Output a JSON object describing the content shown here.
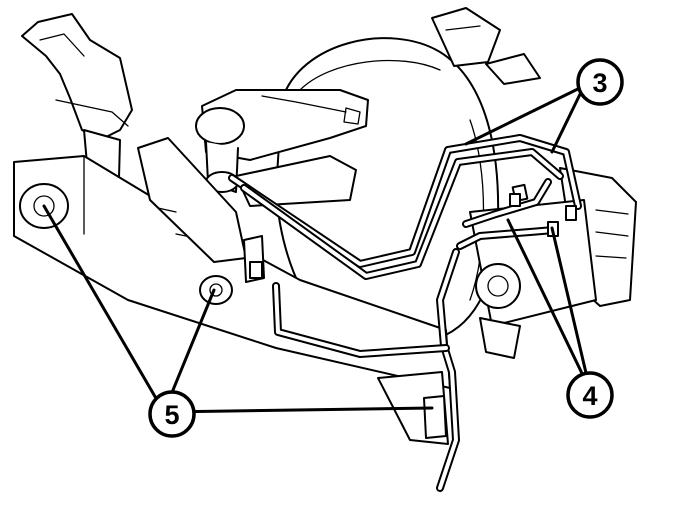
{
  "callouts": [
    {
      "id": "3",
      "label": "3"
    },
    {
      "id": "4",
      "label": "4"
    },
    {
      "id": "5",
      "label": "5"
    }
  ]
}
